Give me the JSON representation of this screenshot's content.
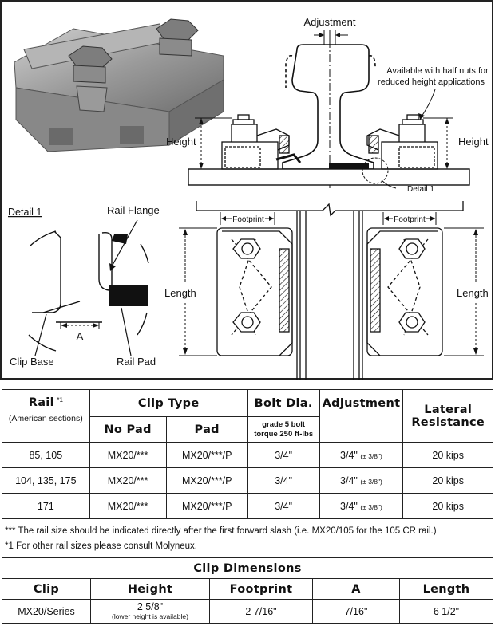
{
  "diagram": {
    "adjustment_label": "Adjustment",
    "half_nuts_note": [
      "Available with half nuts for",
      "reduced height applications"
    ],
    "height_left": "Height",
    "height_right": "Height",
    "detail1_pointer": "Detail 1",
    "footprint_left": "Footprint",
    "footprint_right": "Footprint",
    "length_left": "Length",
    "length_right": "Length",
    "detail_title": "Detail 1",
    "rail_flange": "Rail Flange",
    "dim_a": "A",
    "clip_base": "Clip Base",
    "rail_pad": "Rail Pad"
  },
  "main_table": {
    "rail_header": "Rail",
    "rail_note_mark": "*1",
    "rail_sub": "(American sections)",
    "clip_type_header": "Clip Type",
    "no_pad_header": "No Pad",
    "pad_header": "Pad",
    "bolt_header": "Bolt Dia.",
    "bolt_sub1": "grade 5 bolt",
    "bolt_sub2": "torque 250 ft-lbs",
    "adjustment_header": "Adjustment",
    "lateral_header1": "Lateral",
    "lateral_header2": "Resistance",
    "rows": [
      {
        "rail": "85, 105",
        "no_pad": "MX20/***",
        "pad": "MX20/***/P",
        "bolt": "3/4\"",
        "adj": "3/4\"",
        "adj_tol": "(± 3/8\")",
        "lateral": "20 kips"
      },
      {
        "rail": "104, 135, 175",
        "no_pad": "MX20/***",
        "pad": "MX20/***/P",
        "bolt": "3/4\"",
        "adj": "3/4\"",
        "adj_tol": "(± 3/8\")",
        "lateral": "20 kips"
      },
      {
        "rail": "171",
        "no_pad": "MX20/***",
        "pad": "MX20/***/P",
        "bolt": "3/4\"",
        "adj": "3/4\"",
        "adj_tol": "(± 3/8\")",
        "lateral": "20 kips"
      }
    ]
  },
  "notes": {
    "note1": "*** The rail size should be indicated directly after the first forward slash (i.e. MX20/105 for the 105 CR rail.)",
    "note2": "*1  For other rail sizes please consult Molyneux."
  },
  "dim_table": {
    "title": "Clip Dimensions",
    "headers": [
      "Clip",
      "Height",
      "Footprint",
      "A",
      "Length"
    ],
    "row": {
      "clip": "MX20/Series",
      "height": "2 5/8\"",
      "height_note": "(lower height is available)",
      "footprint": "2 7/16\"",
      "a": "7/16\"",
      "length": "6 1/2\""
    }
  }
}
